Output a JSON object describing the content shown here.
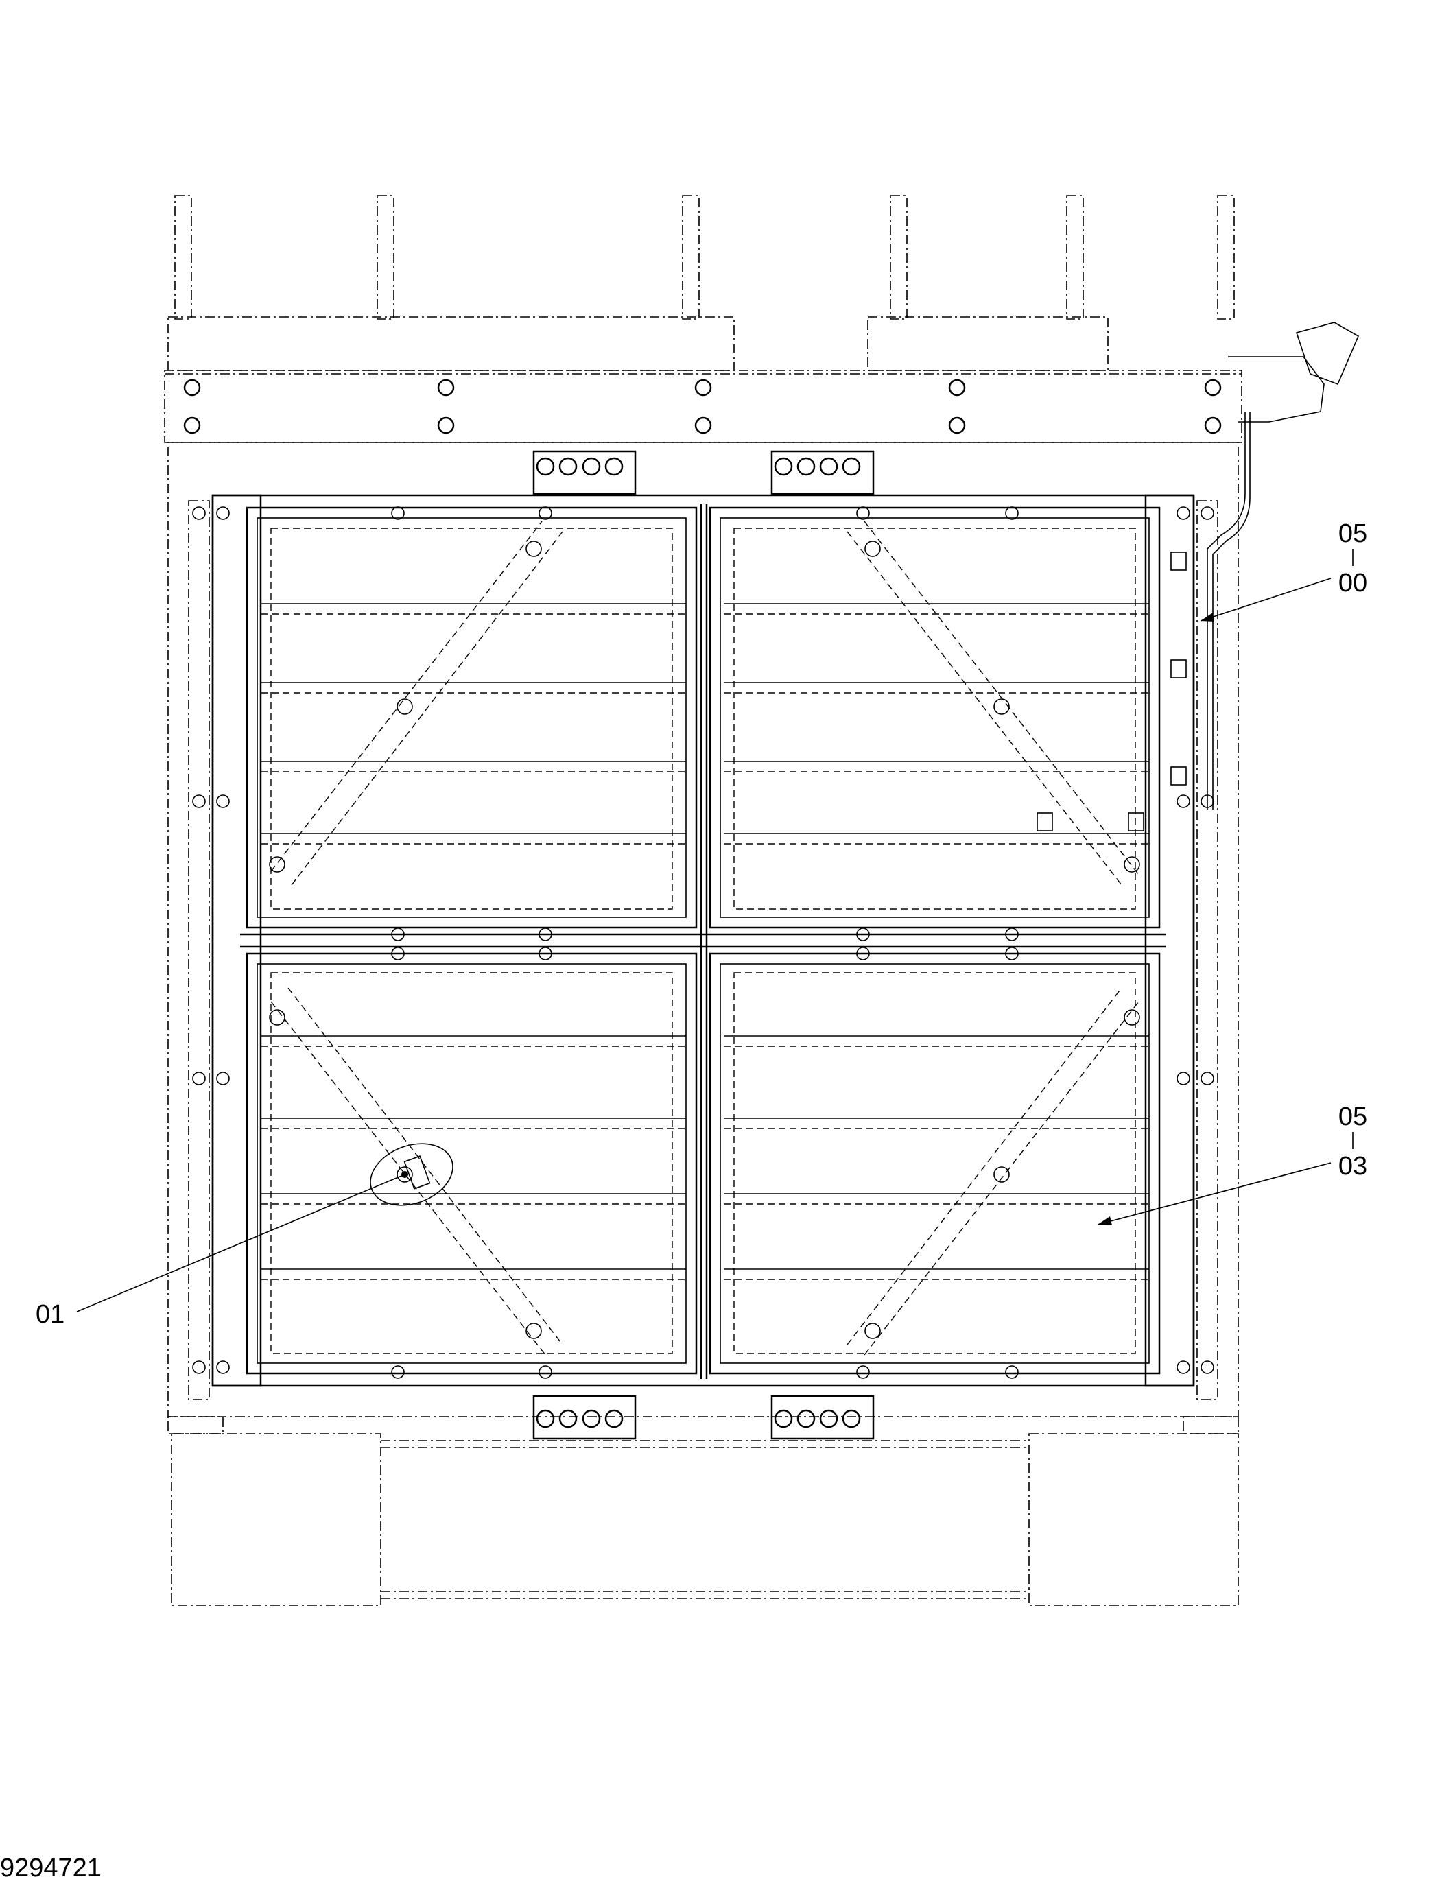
{
  "drawing": {
    "title": "",
    "document_number": "9294721",
    "callouts": [
      {
        "id": "callout-05-00",
        "top": "05",
        "bottom": "00"
      },
      {
        "id": "callout-05-03",
        "top": "05",
        "bottom": "03"
      },
      {
        "id": "callout-01",
        "label": "01"
      }
    ]
  }
}
